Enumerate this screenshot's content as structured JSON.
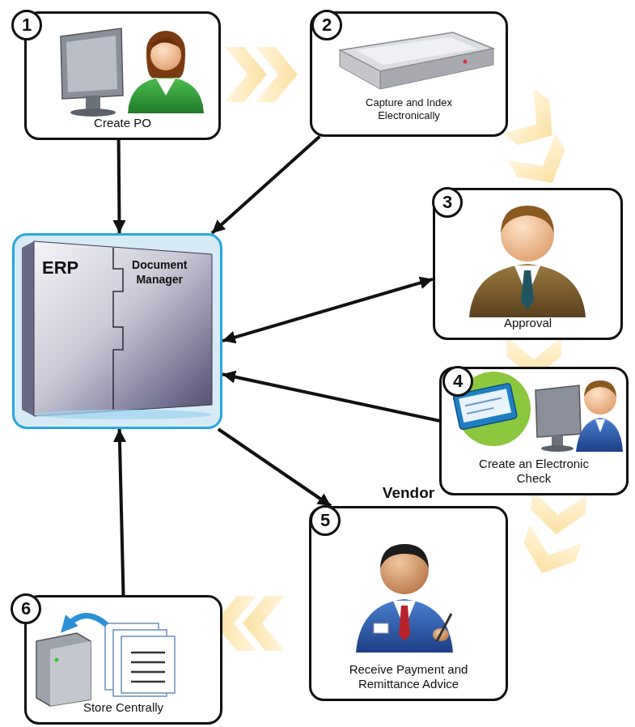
{
  "diagram": {
    "nodes": [
      {
        "text": [
          "Create PO"
        ]
      },
      {
        "text": [
          "Capture and Index Electronically"
        ]
      },
      {
        "text": [
          "Approval"
        ]
      },
      {
        "text": [
          "Create an Electronic Check"
        ]
      },
      {
        "text": [
          "Vendor",
          "Receive Payment and Remittance Advice"
        ]
      },
      {
        "text": [
          "Store Centrally"
        ]
      },
      {
        "text": [
          "ERP",
          "Document Manager"
        ]
      }
    ],
    "edges": [
      {
        "from": 0,
        "to": 6,
        "arrow": "to"
      },
      {
        "from": 1,
        "to": 6,
        "arrow": "to"
      },
      {
        "from": 6,
        "to": 2,
        "arrow": "both"
      },
      {
        "from": 3,
        "to": 6,
        "arrow": "to"
      },
      {
        "from": 6,
        "to": 4,
        "arrow": "to"
      },
      {
        "from": 5,
        "to": 6,
        "arrow": "to"
      }
    ],
    "labels": [
      "1",
      "2",
      "3",
      "4",
      "5",
      "6"
    ]
  }
}
